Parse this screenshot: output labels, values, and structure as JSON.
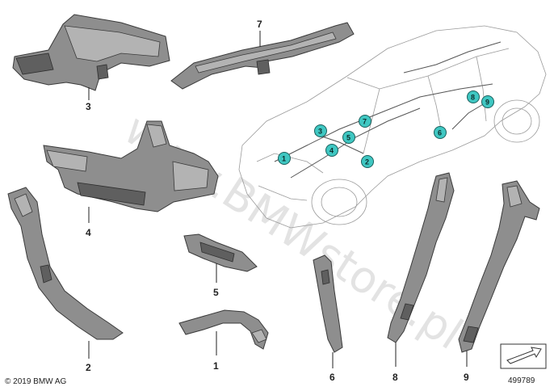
{
  "watermark": "www.BMWstore.pl",
  "copyright": "© 2019 BMW AG",
  "doc_number": "499789",
  "part_labels": {
    "p1": "1",
    "p2": "2",
    "p3": "3",
    "p4": "4",
    "p5": "5",
    "p6": "6",
    "p7": "7",
    "p8": "8",
    "p9": "9"
  },
  "car_callouts": {
    "c1": "1",
    "c2": "2",
    "c3": "3",
    "c4": "4",
    "c5": "5",
    "c6": "6",
    "c7": "7",
    "c8": "8",
    "c9": "9"
  },
  "colors": {
    "callout_fill": "#3fc7c2",
    "part_gray": "#8e8e8e"
  },
  "icons": {
    "direction_indicator": "arrow-box-icon"
  }
}
